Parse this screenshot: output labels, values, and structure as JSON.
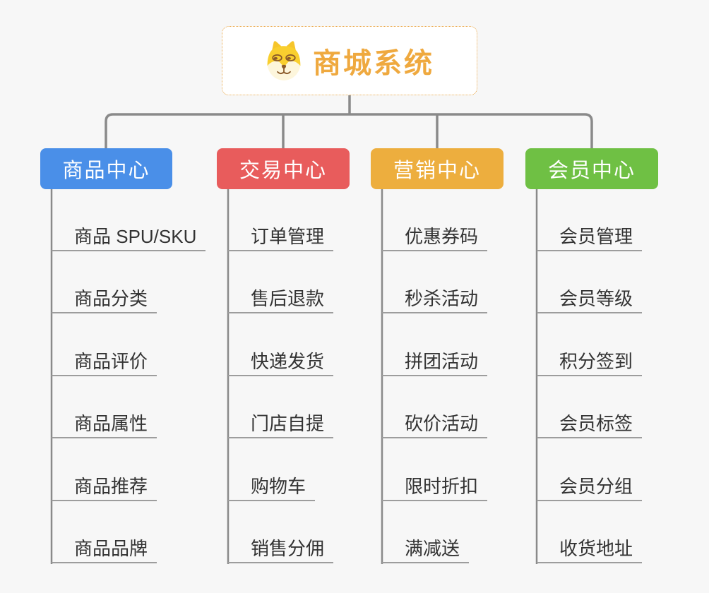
{
  "root": {
    "title": "商城系统",
    "icon": "dog-face-icon",
    "title_color": "#efa93f",
    "border_color": "#eaa94c"
  },
  "connector_color": "#8a8a8a",
  "underline_color": "#9d9d9d",
  "background_color": "#f7f7f7",
  "branches": [
    {
      "label": "商品中心",
      "color": "#4a8fe8",
      "items": [
        "商品 SPU/SKU",
        "商品分类",
        "商品评价",
        "商品属性",
        "商品推荐",
        "商品品牌"
      ]
    },
    {
      "label": "交易中心",
      "color": "#e85c5c",
      "items": [
        "订单管理",
        "售后退款",
        "快递发货",
        "门店自提",
        "购物车",
        "销售分佣"
      ]
    },
    {
      "label": "营销中心",
      "color": "#edae3e",
      "items": [
        "优惠券码",
        "秒杀活动",
        "拼团活动",
        "砍价活动",
        "限时折扣",
        "满减送"
      ]
    },
    {
      "label": "会员中心",
      "color": "#6fc044",
      "items": [
        "会员管理",
        "会员等级",
        "积分签到",
        "会员标签",
        "会员分组",
        "收货地址"
      ]
    }
  ]
}
